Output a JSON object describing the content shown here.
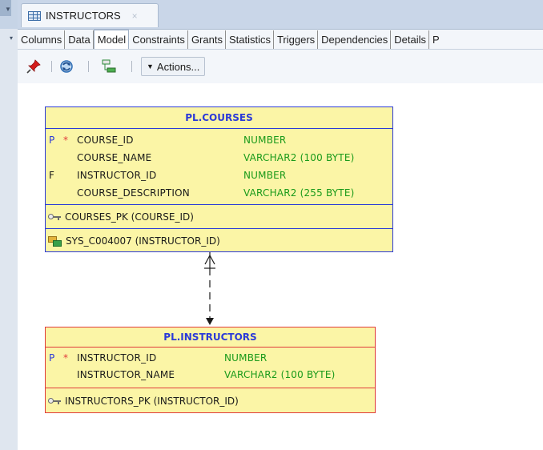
{
  "tab": {
    "title": "INSTRUCTORS",
    "close_glyph": "×",
    "icon": "table-icon"
  },
  "subtabs": [
    {
      "label": "Columns",
      "active": false
    },
    {
      "label": "Data",
      "active": false
    },
    {
      "label": "Model",
      "active": true
    },
    {
      "label": "Constraints",
      "active": false
    },
    {
      "label": "Grants",
      "active": false
    },
    {
      "label": "Statistics",
      "active": false
    },
    {
      "label": "Triggers",
      "active": false
    },
    {
      "label": "Dependencies",
      "active": false
    },
    {
      "label": "Details",
      "active": false
    },
    {
      "label": "P",
      "active": false
    }
  ],
  "toolbar": {
    "icons": [
      "pin-icon",
      "refresh-icon",
      "layout-icon"
    ],
    "actions_label": "Actions..."
  },
  "colors": {
    "entity_fill": "#fbf5a6",
    "courses_border": "#2b3ad8",
    "instructors_border": "#e03b3b",
    "type_color": "#1a9a1a",
    "title_color": "#2b3ad8"
  },
  "courses": {
    "title": "PL.COURSES",
    "columns": [
      {
        "key": "P",
        "star": "*",
        "name": "COURSE_ID",
        "type": "NUMBER"
      },
      {
        "key": "",
        "star": "",
        "name": "COURSE_NAME",
        "type": "VARCHAR2 (100 BYTE)"
      },
      {
        "key": "F",
        "star": "",
        "name": "INSTRUCTOR_ID",
        "type": "NUMBER"
      },
      {
        "key": "",
        "star": "",
        "name": "COURSE_DESCRIPTION",
        "type": "VARCHAR2 (255 BYTE)"
      }
    ],
    "pk_index": "COURSES_PK (COURSE_ID)",
    "fk_constraint": "SYS_C004007 (INSTRUCTOR_ID)"
  },
  "instructors": {
    "title": "PL.INSTRUCTORS",
    "columns": [
      {
        "key": "P",
        "star": "*",
        "name": "INSTRUCTOR_ID",
        "type": "NUMBER"
      },
      {
        "key": "",
        "star": "",
        "name": "INSTRUCTOR_NAME",
        "type": "VARCHAR2 (100 BYTE)"
      }
    ],
    "pk_index": "INSTRUCTORS_PK (INSTRUCTOR_ID)"
  }
}
